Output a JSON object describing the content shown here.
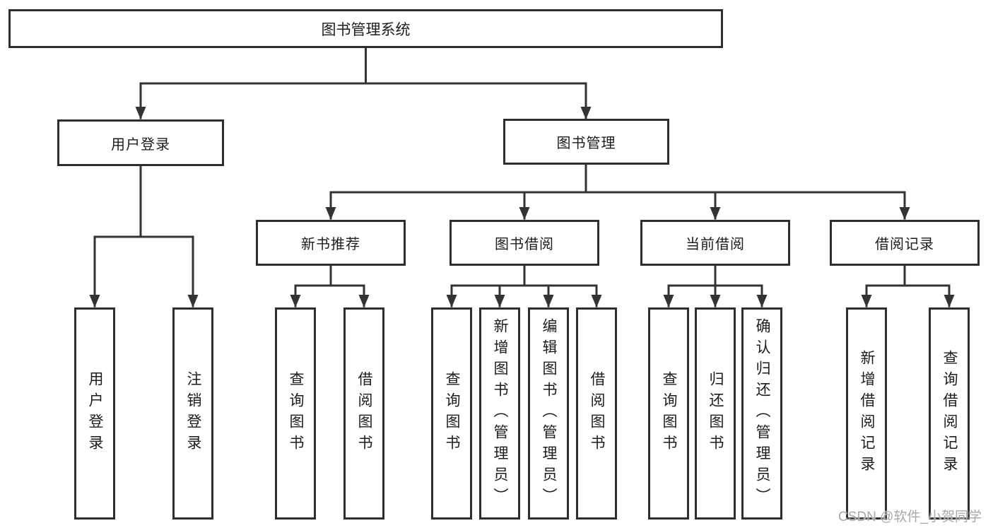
{
  "diagram_title": "图书管理系统",
  "watermark": "CSDN @软件_小贺同学",
  "colors": {
    "line": "#333333",
    "box_border": "#2e2e2e",
    "text": "#1c1c1c",
    "watermark_text": "#a8a8a8",
    "background": "#ffffff"
  },
  "tree": {
    "root": {
      "label": "图书管理系统",
      "children": [
        {
          "label": "用户登录",
          "children": [
            {
              "label": "用户登录"
            },
            {
              "label": "注销登录"
            }
          ]
        },
        {
          "label": "图书管理",
          "children": [
            {
              "label": "新书推荐",
              "children": [
                {
                  "label": "查询图书"
                },
                {
                  "label": "借阅图书"
                }
              ]
            },
            {
              "label": "图书借阅",
              "children": [
                {
                  "label": "查询图书"
                },
                {
                  "label": "新增图书（管理员）"
                },
                {
                  "label": "编辑图书（管理员）"
                },
                {
                  "label": "借阅图书"
                }
              ]
            },
            {
              "label": "当前借阅",
              "children": [
                {
                  "label": "查询图书"
                },
                {
                  "label": "归还图书"
                },
                {
                  "label": "确认归还（管理员）"
                }
              ]
            },
            {
              "label": "借阅记录",
              "children": [
                {
                  "label": "新增借阅记录"
                },
                {
                  "label": "查询借阅记录"
                }
              ]
            }
          ]
        }
      ]
    }
  }
}
